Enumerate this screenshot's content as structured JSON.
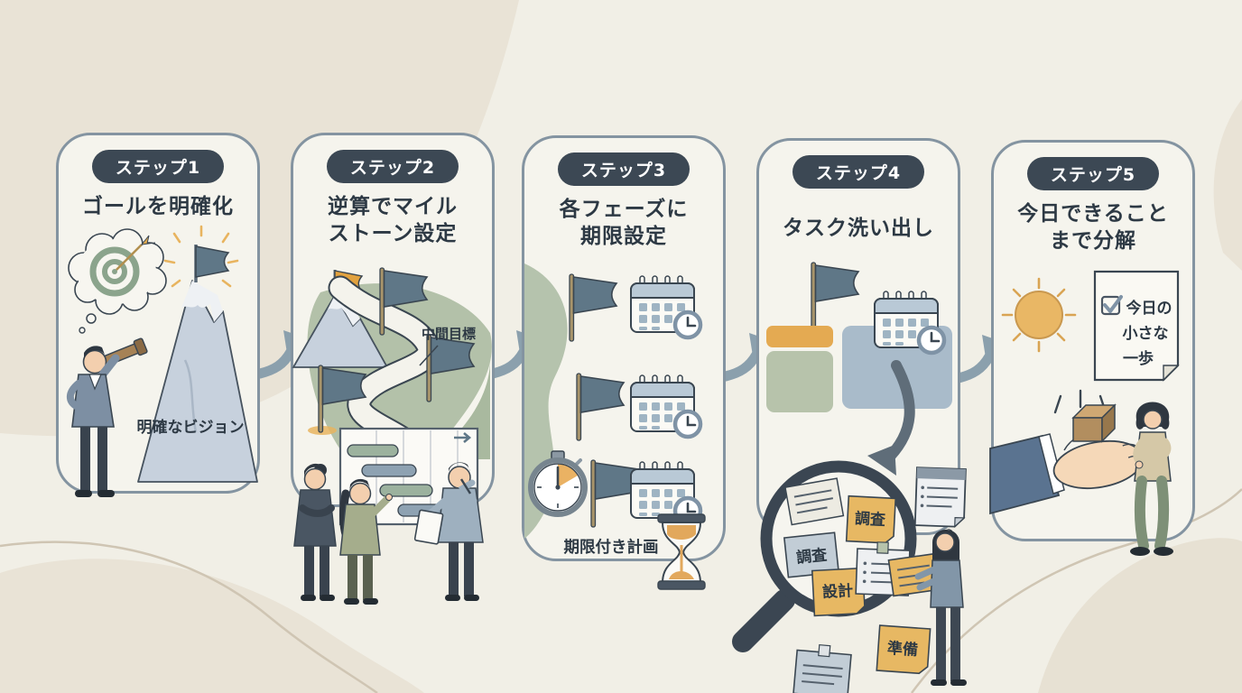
{
  "colors": {
    "page_bg": "#f1efe6",
    "blob_beige": "#e9e3d6",
    "card_bg": "#f5f4ed",
    "card_border": "#8494a1",
    "badge_bg": "#3c4854",
    "badge_text": "#ffffff",
    "title_text": "#2d3944",
    "arrow": "#8ba0ad",
    "accent_orange": "#e4aa52",
    "accent_sage": "#b3c1a9",
    "accent_bluegray": "#a9bbca",
    "flag_slate": "#5f7787"
  },
  "steps": [
    {
      "badge": "ステップ1",
      "title_line1": "ゴールを明確化",
      "title_line2": "",
      "labels": {
        "vision": "明確なビジョン"
      }
    },
    {
      "badge": "ステップ2",
      "title_line1": "逆算でマイル",
      "title_line2": "ストーン設定",
      "labels": {
        "milestone": "中間目標"
      }
    },
    {
      "badge": "ステップ3",
      "title_line1": "各フェーズに",
      "title_line2": "期限設定",
      "labels": {
        "deadline_plan": "期限付き計画"
      }
    },
    {
      "badge": "ステップ4",
      "title_line1": "タスク洗い出し",
      "title_line2": "",
      "labels": {
        "note_research_a": "調査",
        "note_research_b": "調査",
        "note_design": "設計",
        "note_prep": "準備"
      }
    },
    {
      "badge": "ステップ5",
      "title_line1": "今日できること",
      "title_line2": "まで分解",
      "labels": {
        "note_line1": "今日の",
        "note_line2": "小さな",
        "note_line3": "一歩"
      }
    }
  ]
}
